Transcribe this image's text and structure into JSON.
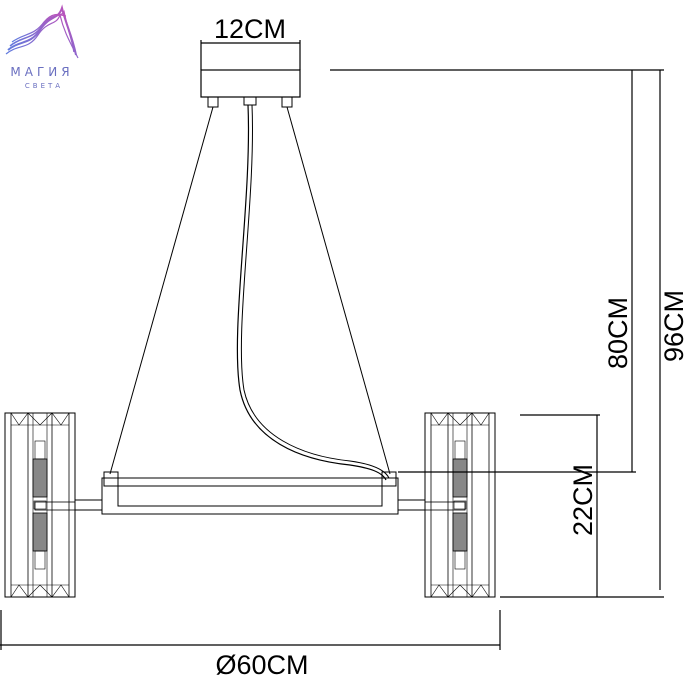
{
  "logo": {
    "line1": "МАГИЯ",
    "line2": "СВЕТА",
    "colors": [
      "#5b7ee0",
      "#b050c0"
    ]
  },
  "dimensions": {
    "canopy_width": "12CM",
    "height_to_bar": "80CM",
    "total_height": "96CM",
    "shade_height": "22CM",
    "diameter": "Ø60CM"
  }
}
